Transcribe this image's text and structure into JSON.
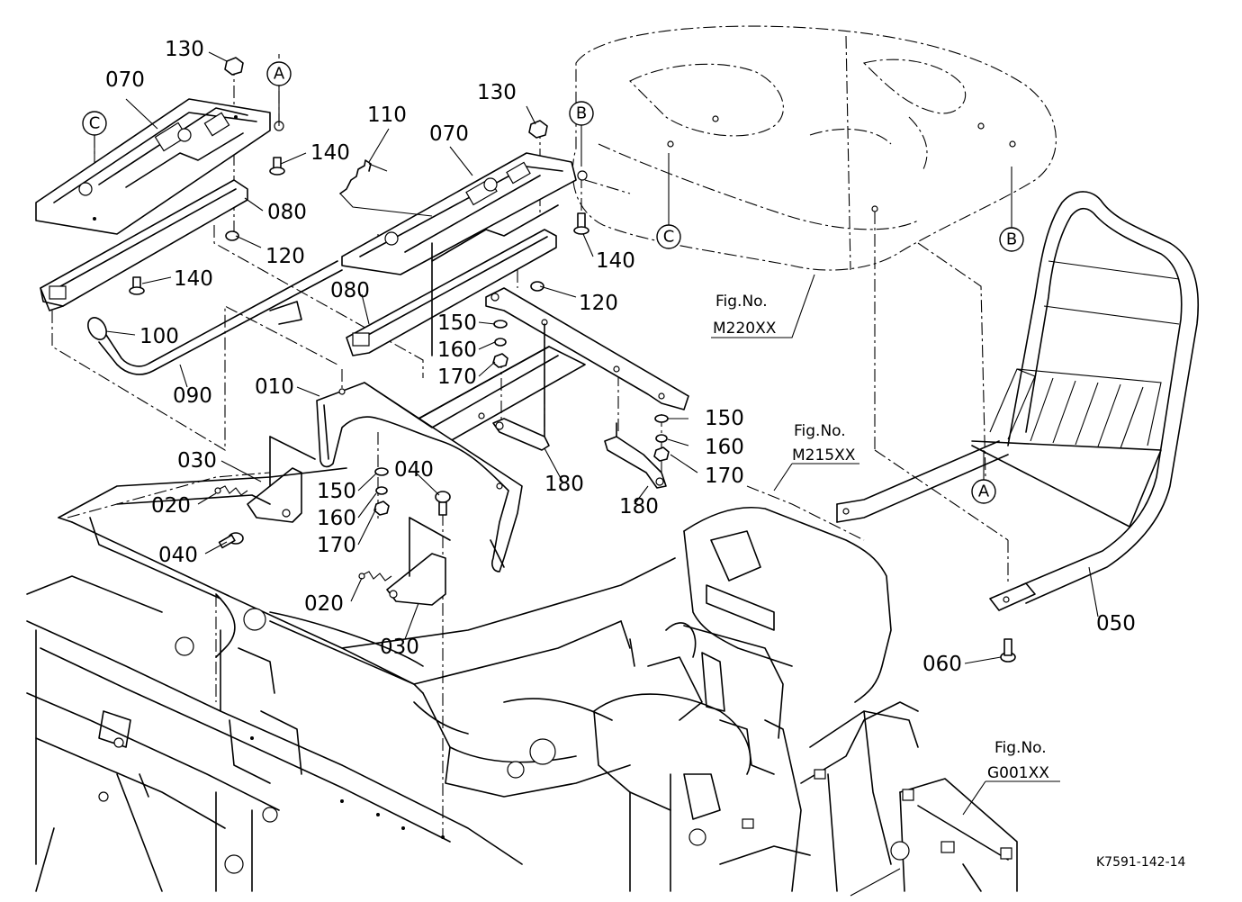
{
  "labels": {
    "p010": "010",
    "p020a": "020",
    "p020b": "020",
    "p030a": "030",
    "p030b": "030",
    "p040a": "040",
    "p040b": "040",
    "p050": "050",
    "p060": "060",
    "p070a": "070",
    "p070b": "070",
    "p080a": "080",
    "p080b": "080",
    "p090": "090",
    "p100": "100",
    "p110": "110",
    "p120a": "120",
    "p120b": "120",
    "p130a": "130",
    "p130b": "130",
    "p140a": "140",
    "p140b": "140",
    "p140c": "140",
    "p150a": "150",
    "p150b": "150",
    "p150c": "150",
    "p160a": "160",
    "p160b": "160",
    "p160c": "160",
    "p170a": "170",
    "p170b": "170",
    "p170c": "170",
    "p180a": "180",
    "p180b": "180"
  },
  "refs": {
    "A_top": "A",
    "A_bottom": "A",
    "B_top": "B",
    "B_right": "B",
    "C_left": "C",
    "C_seat": "C"
  },
  "fig_refs": {
    "m220_title": "Fig.No.",
    "m220_code": "M220XX",
    "m215_title": "Fig.No.",
    "m215_code": "M215XX",
    "g001_title": "Fig.No.",
    "g001_code": "G001XX"
  },
  "drawing_code": "K7591-142-14"
}
